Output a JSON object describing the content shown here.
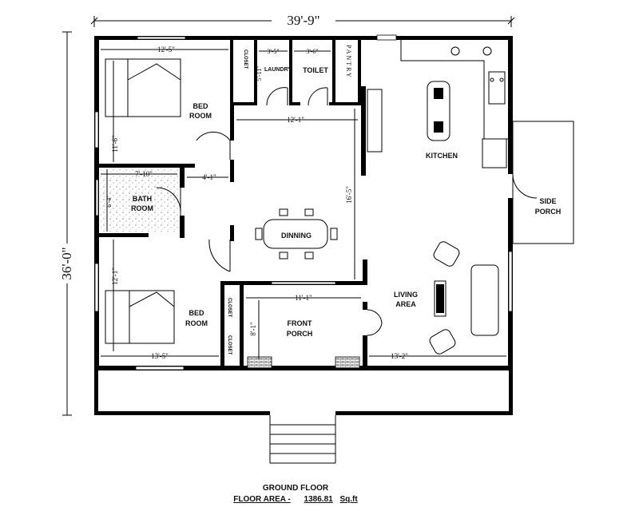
{
  "dimensions": {
    "overall_width": "39'-9\"",
    "overall_depth": "36'-0\"",
    "bed1_width": "12'-5\"",
    "bed1_depth": "11'-6\"",
    "laundry_width": "3'-5\"",
    "laundry_depth": "5'-11\"",
    "toilet_width": "3'-6\"",
    "dining_width": "12'-1\"",
    "dining_depth": "16'-5\"",
    "bath_width": "7'-10\"",
    "bath_depth": "6'-4\"",
    "passage_width": "4'-1\"",
    "bed2_depth": "12'-1\"",
    "bed2_width": "13'-5\"",
    "porch_width": "11'-1\"",
    "porch_depth": "8'-1\"",
    "living_width": "13'-2\""
  },
  "rooms": {
    "bed1_line1": "BED",
    "bed1_line2": "ROOM",
    "closet1": "CLOSET",
    "laundry": "LAUNDRY",
    "toilet": "TOILET",
    "pantry": "PANTRY",
    "kitchen": "KITCHEN",
    "bath_line1": "BATH",
    "bath_line2": "ROOM",
    "side_porch_line1": "SIDE",
    "side_porch_line2": "PORCH",
    "dining": "DINNING",
    "living_line1": "LIVING",
    "living_line2": "AREA",
    "bed2_line1": "BED",
    "bed2_line2": "ROOM",
    "closet2": "CLOSET",
    "closet3": "CLOSET",
    "front_porch_line1": "FRONT",
    "front_porch_line2": "PORCH"
  },
  "caption": {
    "title": "GROUND FLOOR",
    "area_label": "FLOOR AREA -",
    "area_value": "1386.81",
    "area_unit": "Sq.ft"
  },
  "colors": {
    "wall": "#000000",
    "background": "#ffffff",
    "brick": "#555555"
  }
}
